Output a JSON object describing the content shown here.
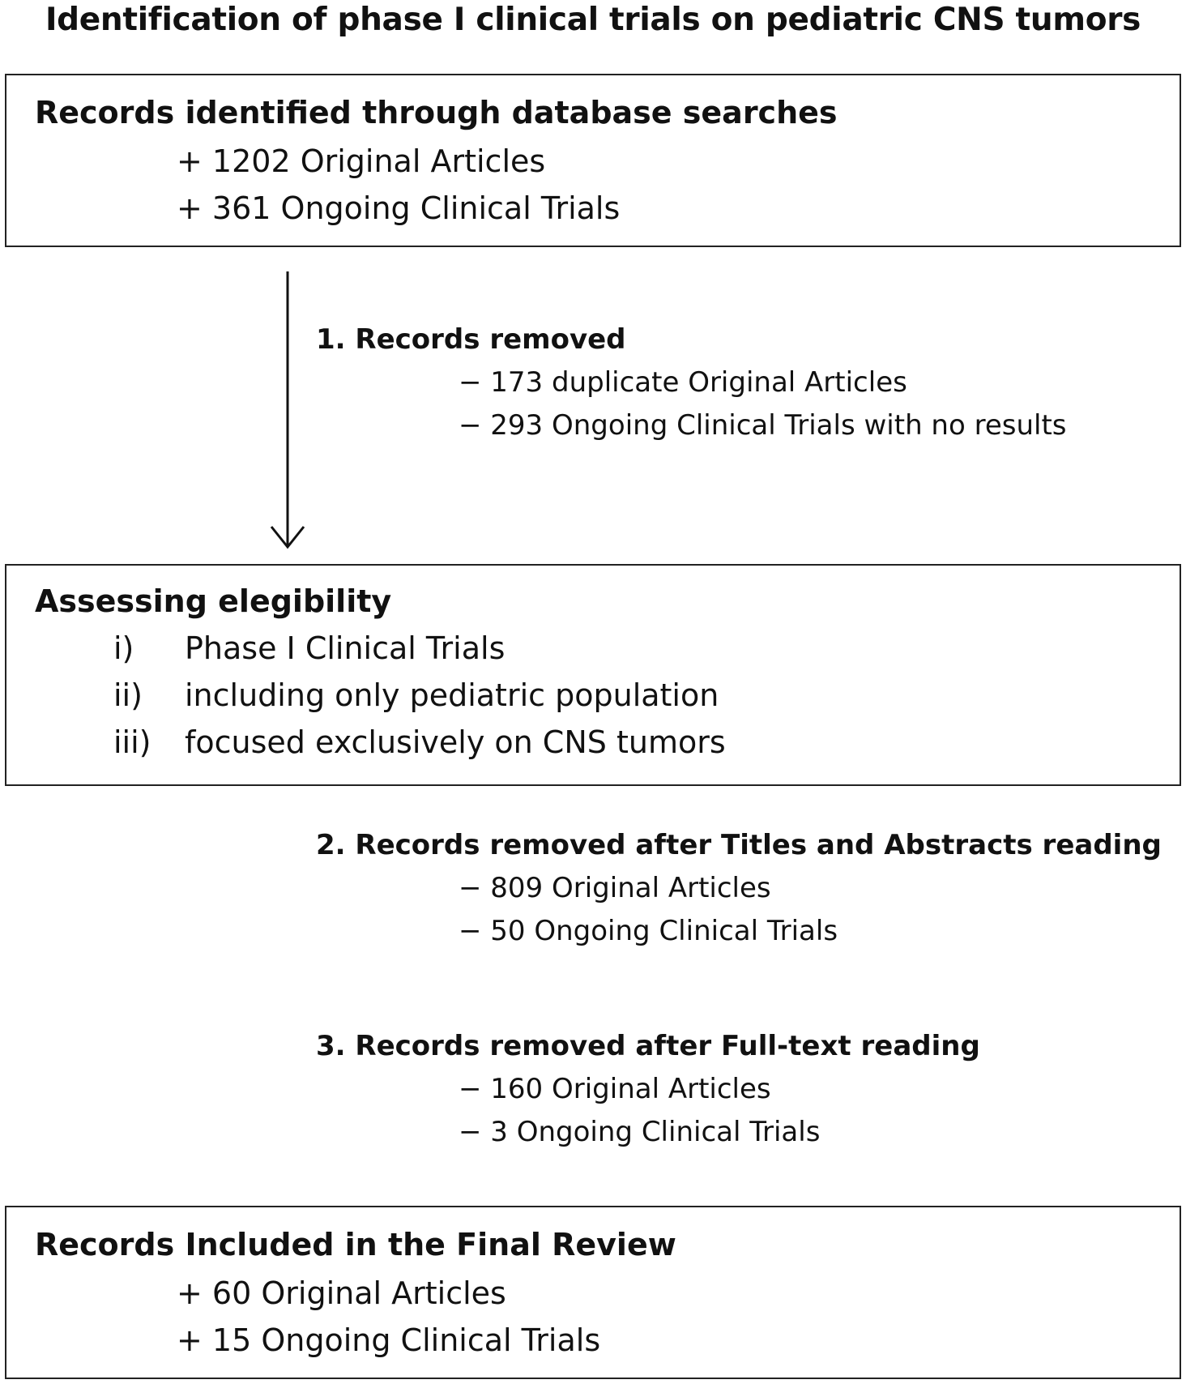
{
  "title": "Identification of phase I clinical trials on pediatric CNS tumors",
  "box_search": {
    "heading": "Records identified through database searches",
    "items": [
      "+ 1202 Original Articles",
      "+ 361 Ongoing Clinical Trials"
    ]
  },
  "step1": {
    "heading": "1. Records removed",
    "items": [
      "− 173 duplicate Original Articles",
      "− 293 Ongoing Clinical Trials with no results"
    ]
  },
  "box_elig": {
    "heading": "Assessing elegibility",
    "criteria": [
      {
        "num": "i)",
        "text": "Phase I Clinical Trials"
      },
      {
        "num": "ii)",
        "text": "including only pediatric population"
      },
      {
        "num": "iii)",
        "text": "focused exclusively on CNS tumors"
      }
    ]
  },
  "step2": {
    "heading": "2. Records removed after Titles and Abstracts reading",
    "items": [
      "− 809 Original Articles",
      "− 50 Ongoing Clinical Trials"
    ]
  },
  "step3": {
    "heading": "3. Records removed after Full-text reading",
    "items": [
      "− 160 Original Articles",
      "− 3 Ongoing Clinical Trials"
    ]
  },
  "box_final": {
    "heading": "Records Included in the Final Review",
    "items": [
      "+ 60 Original Articles",
      "+ 15 Ongoing Clinical Trials"
    ]
  }
}
